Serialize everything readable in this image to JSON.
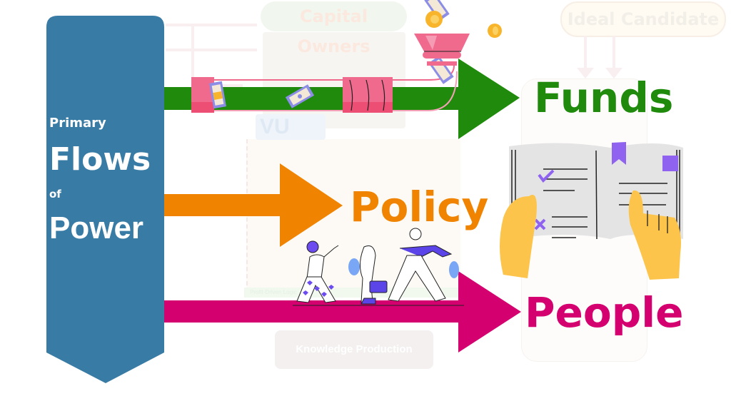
{
  "banner": {
    "line1": "Primary",
    "line2": "Flows",
    "line3": "of",
    "line4": "Power",
    "color": "#387ba4"
  },
  "flows": [
    {
      "label": "Funds",
      "color": "#1f8a0c"
    },
    {
      "label": "Policy",
      "color": "#f08400"
    },
    {
      "label": "People",
      "color": "#d4006f"
    }
  ],
  "background": {
    "capital_owners": "Capital Owners",
    "ideal_candidate": "Ideal Candidate",
    "knowledge_production": "Knowledge Production",
    "vu_logo": "VU",
    "profit_driven": "Profit-Driven Logic"
  },
  "icons": {
    "pipe": "money-pipe-icon",
    "funnel": "funnel-icon",
    "coin": "coin-icon",
    "banknote": "banknote-icon",
    "book": "open-book-icon",
    "people": "walking-people-icon"
  }
}
